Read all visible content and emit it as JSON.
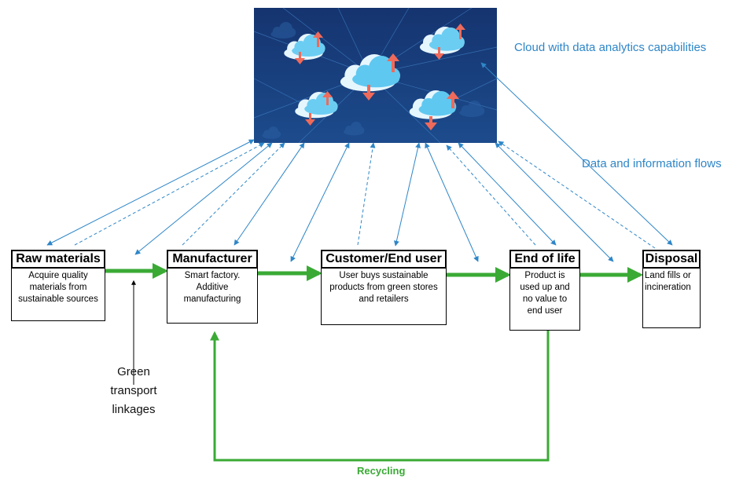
{
  "labels": {
    "cloud_caption": "Cloud with data analytics capabilities",
    "flows_caption": "Data and information flows",
    "transport_caption_1": "Green",
    "transport_caption_2": "transport",
    "transport_caption_3": "linkages",
    "recycling_caption": "Recycling"
  },
  "nodes": [
    {
      "title": "Raw materials",
      "desc": [
        "Acquire quality",
        "materials from",
        "sustainable sources"
      ]
    },
    {
      "title": "Manufacturer",
      "desc": [
        "Smart factory.",
        "Additive",
        "manufacturing"
      ]
    },
    {
      "title": "Customer/End user",
      "desc": [
        "User buys sustainable",
        "products from green stores",
        "and retailers"
      ]
    },
    {
      "title": "End of life",
      "desc": [
        "Product is",
        "used up and",
        "no value to",
        "end user"
      ]
    },
    {
      "title": "Disposal",
      "desc": [
        "Land fills or",
        "incineration"
      ]
    }
  ],
  "colors": {
    "cloud_bg": "#173a7a",
    "cloud_light": "#5fc8f0",
    "flow_blue": "#2e86c8",
    "process_green": "#3aaa35",
    "arrow_red": "#ef6a5a"
  },
  "icons": [
    "cloud-icon",
    "up-arrow-icon",
    "down-arrow-icon"
  ]
}
